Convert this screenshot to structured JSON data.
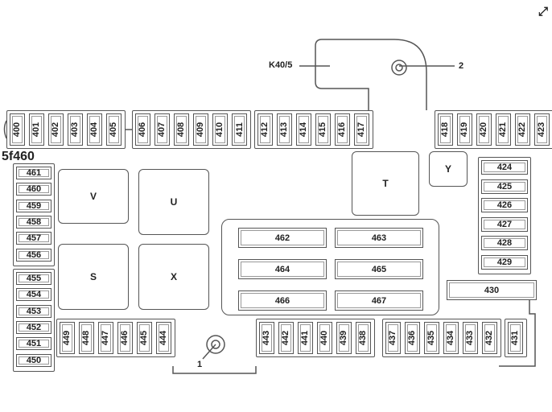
{
  "overlay_label": "5f460",
  "expand_icon": "expand-icon",
  "callouts": {
    "k40": "K40/5",
    "p2": "2",
    "p1": "1"
  },
  "blocks": [
    "V",
    "U",
    "S",
    "X",
    "T",
    "Y"
  ],
  "top_groups": [
    [
      "400",
      "401",
      "402",
      "403",
      "404",
      "405"
    ],
    [
      "406",
      "407",
      "408",
      "409",
      "410",
      "411"
    ],
    [
      "412",
      "413",
      "414",
      "415",
      "416",
      "417"
    ],
    [
      "418",
      "419",
      "420",
      "421",
      "422",
      "423"
    ]
  ],
  "bottom_groups": [
    [
      "449",
      "448",
      "447",
      "446",
      "445",
      "444"
    ],
    [
      "443",
      "442",
      "441",
      "440",
      "439",
      "438"
    ],
    [
      "437",
      "436",
      "435",
      "434",
      "433",
      "432"
    ],
    [
      "431"
    ]
  ],
  "right_column": [
    "424",
    "425",
    "426",
    "427",
    "428",
    "429"
  ],
  "wide_fuse": "430",
  "left_column_upper": [
    "461",
    "460",
    "459",
    "458",
    "457",
    "456"
  ],
  "left_column_lower": [
    "455",
    "454",
    "453",
    "452",
    "451",
    "450"
  ],
  "center_relays": [
    "462",
    "463",
    "464",
    "465",
    "466",
    "467"
  ]
}
